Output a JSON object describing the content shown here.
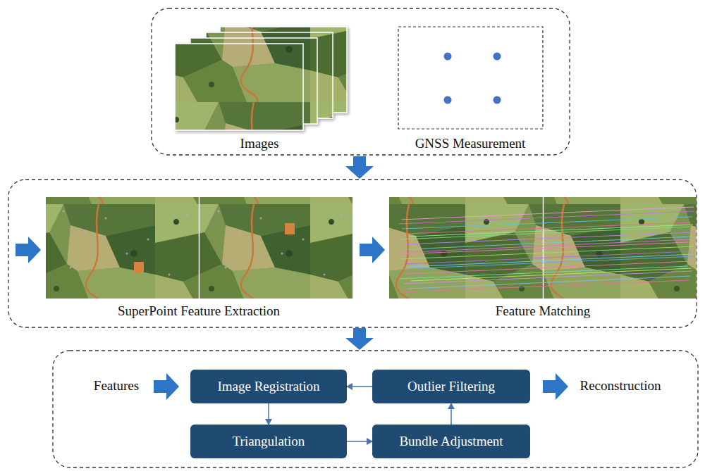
{
  "diagram": {
    "nodes": [
      {
        "text": [
          "Image Registration"
        ]
      },
      {
        "text": [
          "Outlier Filtering"
        ]
      },
      {
        "text": [
          "Triangulation"
        ]
      },
      {
        "text": [
          "Bundle Adjustment"
        ]
      }
    ],
    "edges": [
      {
        "from": 1,
        "to": 0,
        "arrow": "to"
      },
      {
        "from": 0,
        "to": 2,
        "arrow": "to"
      },
      {
        "from": 2,
        "to": 3,
        "arrow": "to"
      },
      {
        "from": 3,
        "to": 1,
        "arrow": "to"
      }
    ],
    "labels": [
      "Images",
      "GNSS Measurement",
      "SuperPoint Feature Extraction",
      "Feature Matching",
      "Features",
      "Reconstruction"
    ]
  }
}
